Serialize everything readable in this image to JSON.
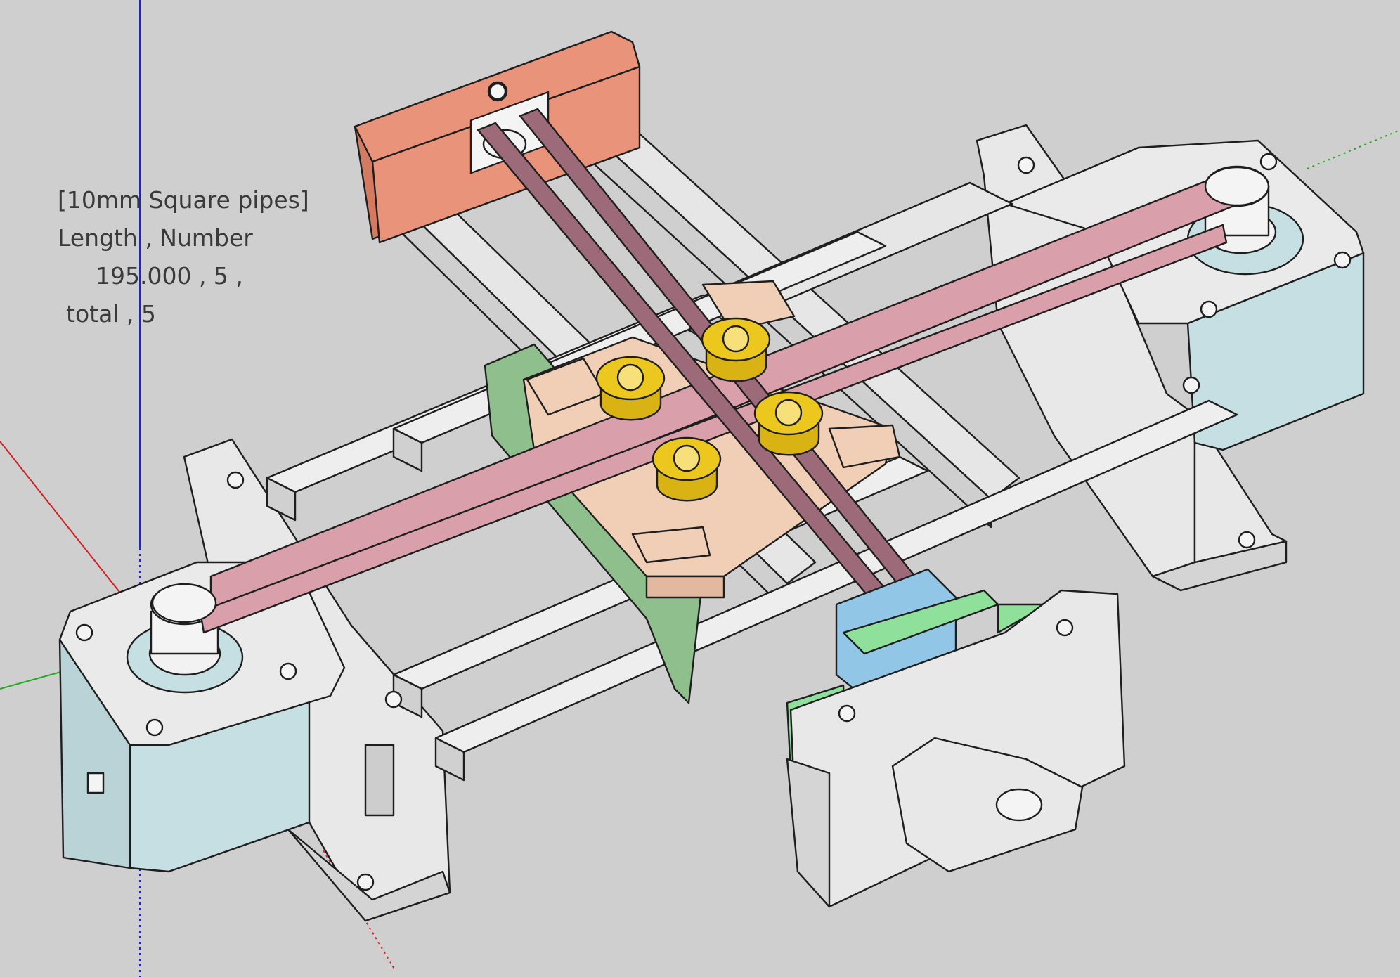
{
  "info_panel": {
    "title": "[10mm Square pipes]",
    "header": "Length , Number",
    "row": "195.000 , 5 ,",
    "total": "total , 5"
  },
  "colors": {
    "background": "#cfcfcf",
    "frame": "#e8e8e8",
    "frame_shade": "#cbcbcb",
    "belt": "#d9a0ac",
    "belt_dark": "#9c6a78",
    "carriage": "#f1cfb6",
    "end_block": "#e8937a",
    "bearing": "#ecc81e",
    "motor": "#c6dfe2",
    "servo": "#92c6e6",
    "green_part": "#8fbf8d",
    "axis_red": "#cc2222",
    "axis_green": "#22aa22",
    "axis_blue": "#2222cc"
  }
}
